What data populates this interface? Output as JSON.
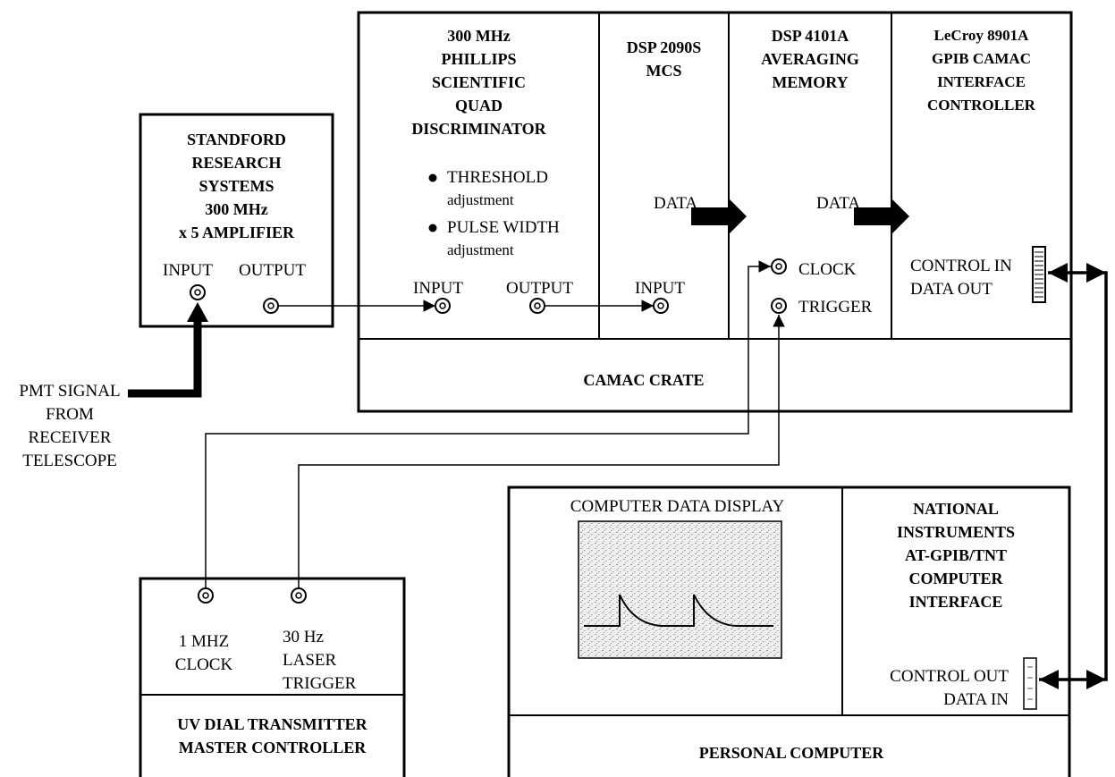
{
  "srs": {
    "title": "STANDFORD\nRESEARCH\nSYSTEMS\n300 MHz\nx 5 AMPLIFIER",
    "input": "INPUT",
    "output": "OUTPUT"
  },
  "pmt_label": "PMT SIGNAL\nFROM\nRECEIVER\nTELESCOPE",
  "discriminator": {
    "title": "300 MHz\nPHILLIPS\nSCIENTIFIC\nQUAD\nDISCRIMINATOR",
    "bullet1": "THRESHOLD",
    "bullet1_sub": "adjustment",
    "bullet2": "PULSE WIDTH",
    "bullet2_sub": "adjustment",
    "input": "INPUT",
    "output": "OUTPUT"
  },
  "mcs": {
    "title": "DSP 2090S\nMCS",
    "data": "DATA",
    "input": "INPUT"
  },
  "memory": {
    "title": "DSP 4101A\nAVERAGING\nMEMORY",
    "data": "DATA",
    "clock": "CLOCK",
    "trigger": "TRIGGER"
  },
  "lecroy": {
    "title": "LeCroy 8901A\nGPIB CAMAC\nINTERFACE\nCONTROLLER",
    "io": "CONTROL IN\nDATA OUT"
  },
  "camac_crate": "CAMAC CRATE",
  "master": {
    "clock": "1 MHZ\nCLOCK",
    "trigger": "30 Hz\nLASER\nTRIGGER",
    "title": "UV DIAL TRANSMITTER\nMASTER CONTROLLER"
  },
  "pc": {
    "display_title": "COMPUTER DATA DISPLAY",
    "ni_title": "NATIONAL\nINSTRUMENTS\nAT-GPIB/TNT\nCOMPUTER\nINTERFACE",
    "io": "CONTROL OUT\nDATA IN",
    "title": "PERSONAL COMPUTER"
  }
}
